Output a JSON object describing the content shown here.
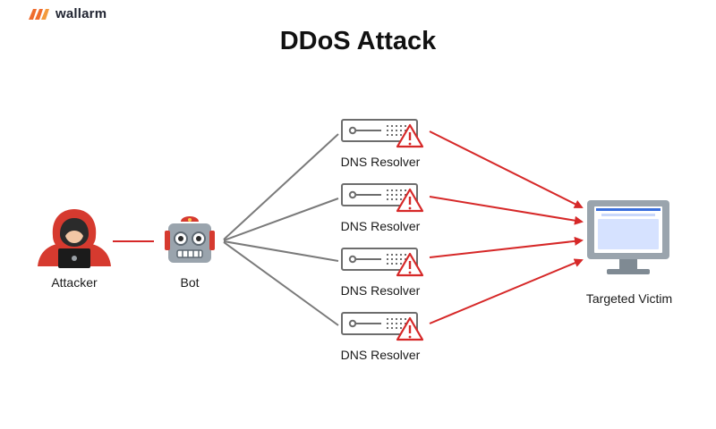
{
  "brand": {
    "name": "wallarm",
    "color": "#ef6c2e"
  },
  "title": "DDoS Attack",
  "nodes": {
    "attacker": {
      "label": "Attacker",
      "icon": "hacker-icon"
    },
    "bot": {
      "label": "Bot",
      "icon": "robot-icon"
    },
    "resolvers": [
      {
        "label": "DNS Resolver",
        "icon": "server-warning-icon"
      },
      {
        "label": "DNS Resolver",
        "icon": "server-warning-icon"
      },
      {
        "label": "DNS Resolver",
        "icon": "server-warning-icon"
      },
      {
        "label": "DNS Resolver",
        "icon": "server-warning-icon"
      }
    ],
    "victim": {
      "label": "Targeted Victim",
      "icon": "monitor-icon"
    }
  },
  "colors": {
    "attack_arrow": "#d62828",
    "control_line": "#7a7a7a",
    "attacker_line": "#d62828"
  }
}
